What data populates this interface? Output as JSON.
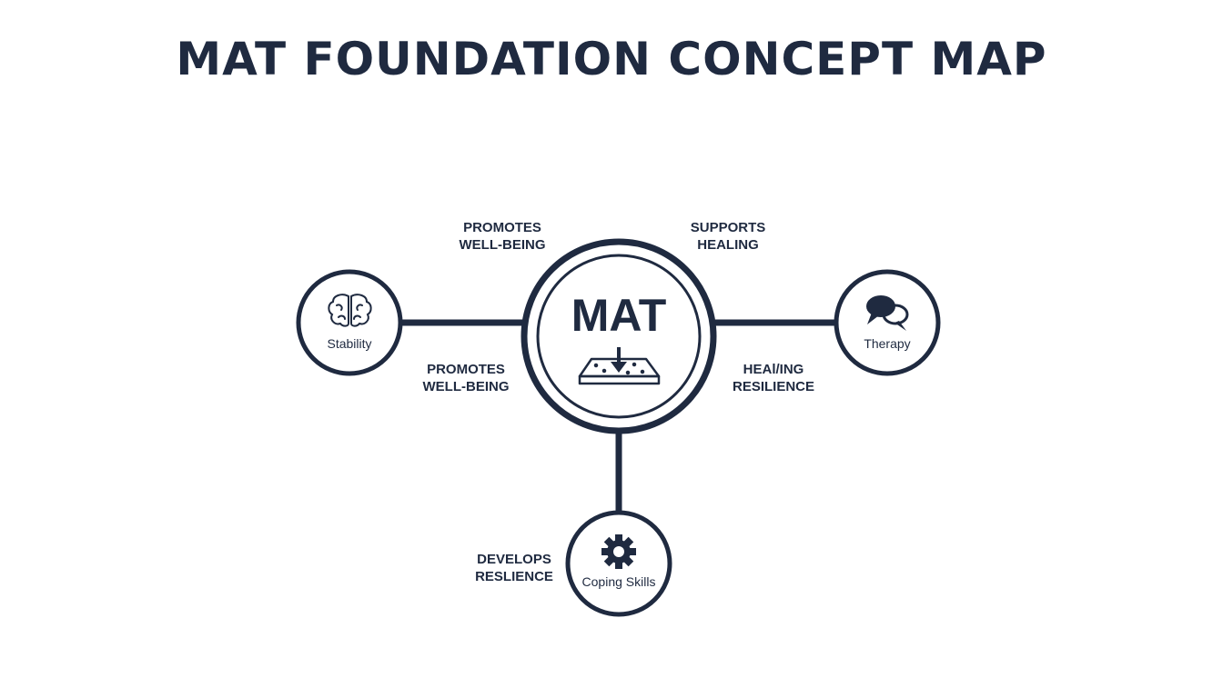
{
  "title": "MAT FOUNDATION CONCEPT MAP",
  "center": {
    "label": "MAT",
    "icon": "mattress-download-icon"
  },
  "nodes": {
    "stability": {
      "label": "Stability",
      "icon": "brain-icon"
    },
    "therapy": {
      "label": "Therapy",
      "icon": "chat-bubbles-icon"
    },
    "coping": {
      "label": "Coping Skills",
      "icon": "gear-icon"
    }
  },
  "edge_labels": {
    "top_left": {
      "line1": "PROMOTES",
      "line2": "WELL-BEING"
    },
    "top_right": {
      "line1": "SUPPORTS",
      "line2": "HEALING"
    },
    "mid_left": {
      "line1": "PROMOTES",
      "line2": "WELL-BEING"
    },
    "mid_right": {
      "line1": "HEAl/ING",
      "line2": "RESILIENCE"
    },
    "bottom": {
      "line1": "DEVELOPS",
      "line2": "RESLIENCE"
    }
  },
  "colors": {
    "ink": "#1f2a40",
    "background": "#ffffff"
  }
}
